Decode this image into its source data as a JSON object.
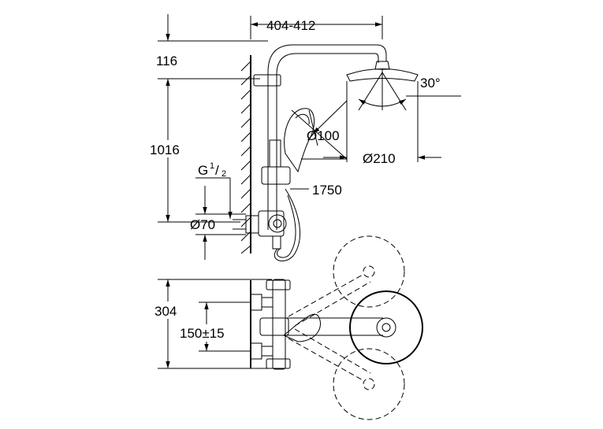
{
  "dimensions": {
    "width_range": "404-412",
    "top_offset": "116",
    "rail_height": "1016",
    "connection_label": "G",
    "connection_fraction_num": "1",
    "connection_fraction_den": "2",
    "escutcheon_diameter": "Ø70",
    "hand_shower_diameter": "Ø100",
    "head_shower_diameter": "Ø210",
    "tilt_angle": "30°",
    "hose_length": "1750",
    "wall_projection": "304",
    "inlet_centres": "150±15"
  }
}
